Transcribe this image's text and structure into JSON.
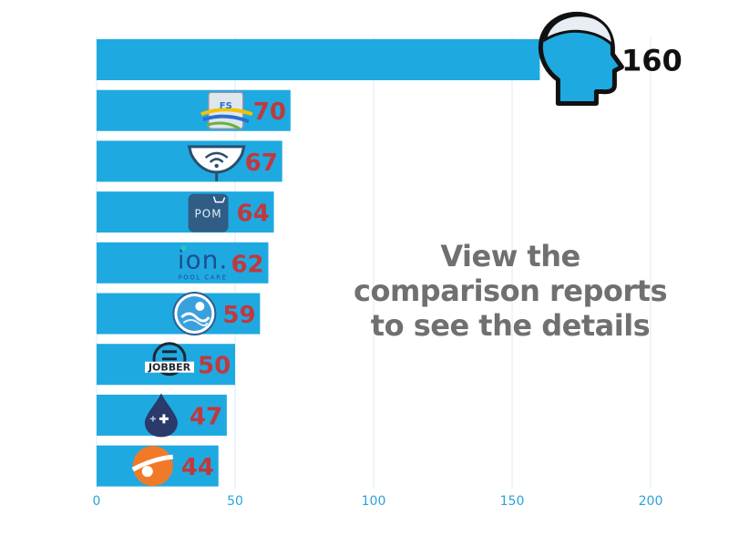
{
  "chart_data": {
    "type": "bar",
    "orientation": "horizontal",
    "values": [
      160,
      70,
      67,
      64,
      62,
      59,
      50,
      47,
      44
    ],
    "value_labels": [
      "160",
      "70",
      "67",
      "64",
      "62",
      "59",
      "50",
      "47",
      "44"
    ],
    "logos": [
      "head-profile-icon",
      "fs-logo",
      "wifi-pool-logo",
      "pom-logo",
      "ion-pool-care-logo",
      "wave-circle-logo",
      "jobber-logo",
      "water-drop-plus-logo",
      "orange-circle-logo"
    ],
    "logo_text": [
      "",
      "FS",
      "",
      "POM",
      "ion. POOL CARE",
      "",
      "JOBBER",
      "",
      ""
    ],
    "ticks": [
      "0",
      "50",
      "100",
      "150",
      "200"
    ],
    "xlim": [
      0,
      200
    ],
    "grid": true,
    "title": "",
    "xlabel": "",
    "ylabel": ""
  },
  "annotation": {
    "line1": "View the",
    "line2": "comparison reports",
    "line3": "to see the details"
  },
  "colors": {
    "bar": "#1fa9e1",
    "value_label": "#c0393d",
    "top_value_label": "#111111",
    "tick": "#2ba3dc",
    "grid": "#d8ecf6",
    "annotation": "#707070"
  }
}
